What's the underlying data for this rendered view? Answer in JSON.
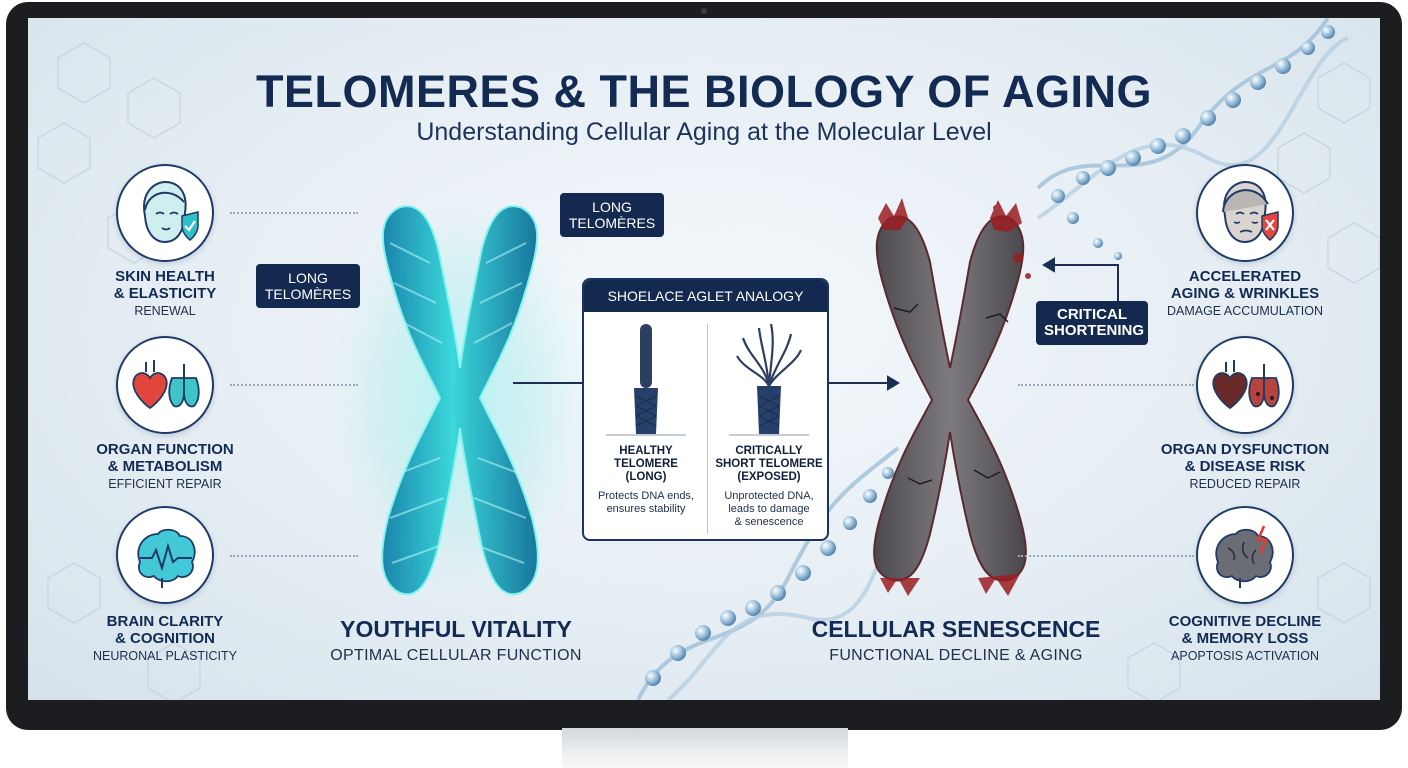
{
  "title": "TELOMERES & THE BIOLOGY OF AGING",
  "subtitle": "Understanding Cellular Aging at the Molecular Level",
  "colors": {
    "navy": "#14294f",
    "teal": "#2fd9d0",
    "crimson": "#8f1f24",
    "grey_chromosome": "#6f6c70"
  },
  "left_features": [
    {
      "icon": "woman-face-shield-icon",
      "heading_line1": "SKIN HEALTH",
      "heading_line2": "& ELASTICITY",
      "sub": "RENEWAL"
    },
    {
      "icon": "heart-lungs-icon",
      "heading_line1": "ORGAN FUNCTION",
      "heading_line2": "& METABOLISM",
      "sub": "EFFICIENT REPAIR"
    },
    {
      "icon": "brain-pulse-icon",
      "heading_line1": "BRAIN CLARITY",
      "heading_line2": "& COGNITION",
      "sub": "NEURONAL PLASTICITY"
    }
  ],
  "right_features": [
    {
      "icon": "aged-face-shield-x-icon",
      "heading_line1": "ACCELERATED",
      "heading_line2": "AGING & WRINKLES",
      "sub": "DAMAGE ACCUMULATION"
    },
    {
      "icon": "damaged-heart-lungs-icon",
      "heading_line1": "ORGAN DYSFUNCTION",
      "heading_line2": "& DISEASE RISK",
      "sub": "REDUCED REPAIR"
    },
    {
      "icon": "brain-lightning-icon",
      "heading_line1": "COGNITIVE DECLINE",
      "heading_line2": "& MEMORY LOSS",
      "sub": "APOPTOSIS ACTIVATION"
    }
  ],
  "labels": {
    "long_left_line1": "LONG",
    "long_left_line2": "TELOMÈRES",
    "long_top_line1": "LONG",
    "long_top_line2": "TELOMÈRES",
    "critical_line1": "CRITICAL",
    "critical_line2": "SHORTENING"
  },
  "analogy": {
    "header": "SHOELACE AGLET ANALOGY",
    "healthy": {
      "title_line1": "HEALTHY",
      "title_line2": "TELOMERE",
      "title_line3": "(LONG)",
      "desc_line1": "Protects DNA ends,",
      "desc_line2": "ensures stability"
    },
    "short": {
      "title_line1": "CRITICALLY",
      "title_line2": "SHORT TELOMERE",
      "title_line3": "(EXPOSED)",
      "desc_line1": "Unprotected DNA,",
      "desc_line2": "leads to damage",
      "desc_line3": "& senescence"
    }
  },
  "captions": {
    "left_heading": "YOUTHFUL VITALITY",
    "left_sub": "OPTIMAL CELLULAR FUNCTION",
    "right_heading": "CELLULAR SENESCENCE",
    "right_sub": "FUNCTIONAL DECLINE & AGING"
  }
}
